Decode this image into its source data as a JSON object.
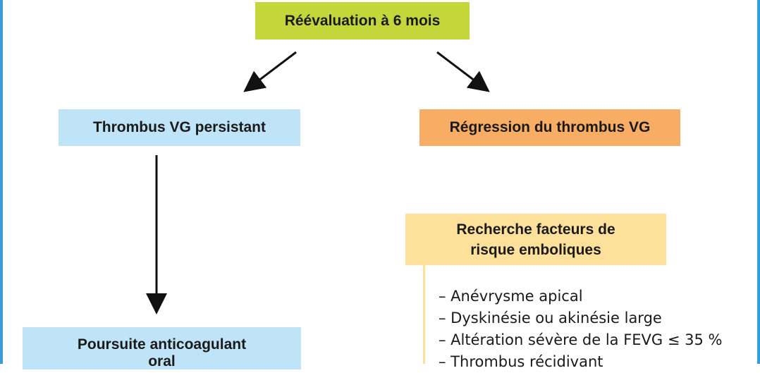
{
  "nodes": {
    "reevaluation": "Réévaluation à 6 mois",
    "thrombus_persistant": "Thrombus VG persistant",
    "regression": "Régression du thrombus VG",
    "recherche_line1": "Recherche facteurs de",
    "recherche_line2": "risque emboliques",
    "poursuite_line1": "Poursuite anticoagulant",
    "poursuite_line2": "oral"
  },
  "risk_factors": [
    "– Anévrysme apical",
    "– Dyskinésie ou akinésie large",
    "– Altération sévère de la FEVG ≤ 35 %",
    "– Thrombus récidivant"
  ],
  "colors": {
    "frame": "#3a9bd9",
    "reevaluation": "#c3d73a",
    "thrombus_persistant": "#bfe3f7",
    "regression": "#f7ad64",
    "recherche": "#fde19a",
    "poursuite": "#bfe3f7"
  }
}
